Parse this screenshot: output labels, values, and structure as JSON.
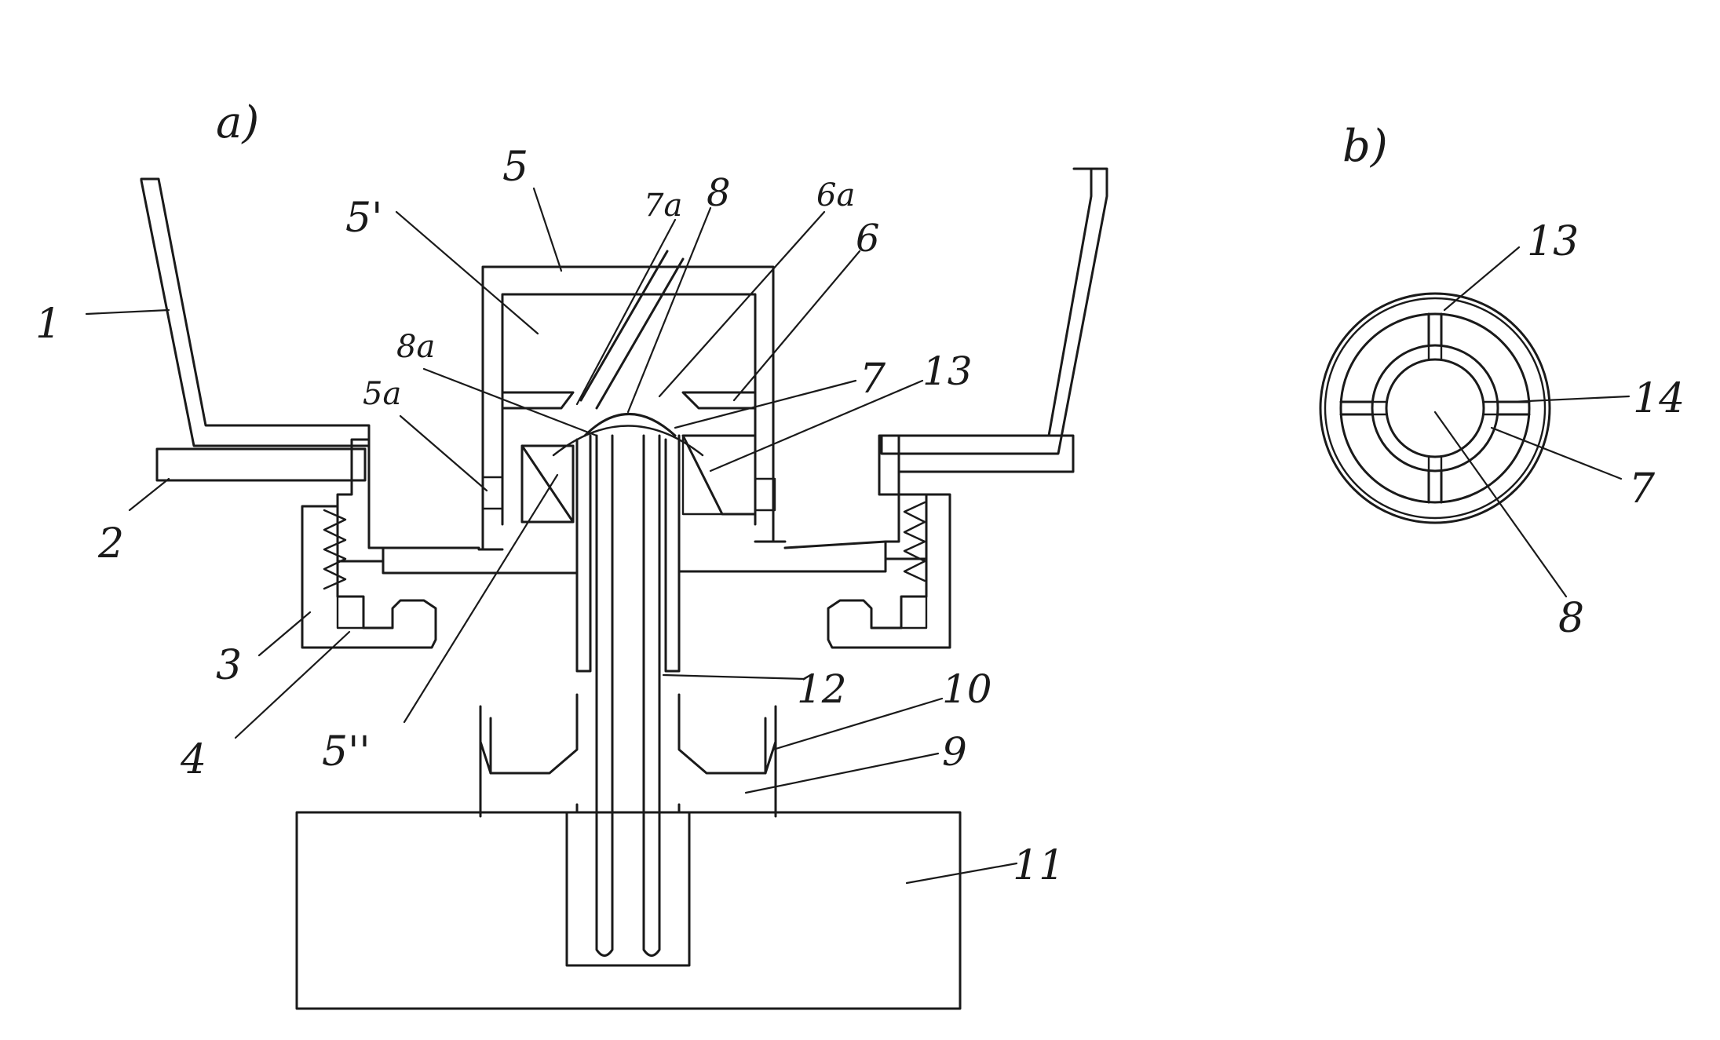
{
  "figures": {
    "a": {
      "caption": "a)"
    },
    "b": {
      "caption": "b)"
    }
  },
  "labels_a": {
    "l1": "1",
    "l2": "2",
    "l3": "3",
    "l4": "4",
    "l5": "5",
    "l5p": "5'",
    "l5pp": "5''",
    "l5a": "5a",
    "l6": "6",
    "l6a": "6a",
    "l7": "7",
    "l7a": "7a",
    "l8": "8",
    "l8a": "8a",
    "l9": "9",
    "l10": "10",
    "l11": "11",
    "l12": "12",
    "l13": "13"
  },
  "labels_b": {
    "l13": "13",
    "l14": "14",
    "l7": "7",
    "l8": "8"
  }
}
